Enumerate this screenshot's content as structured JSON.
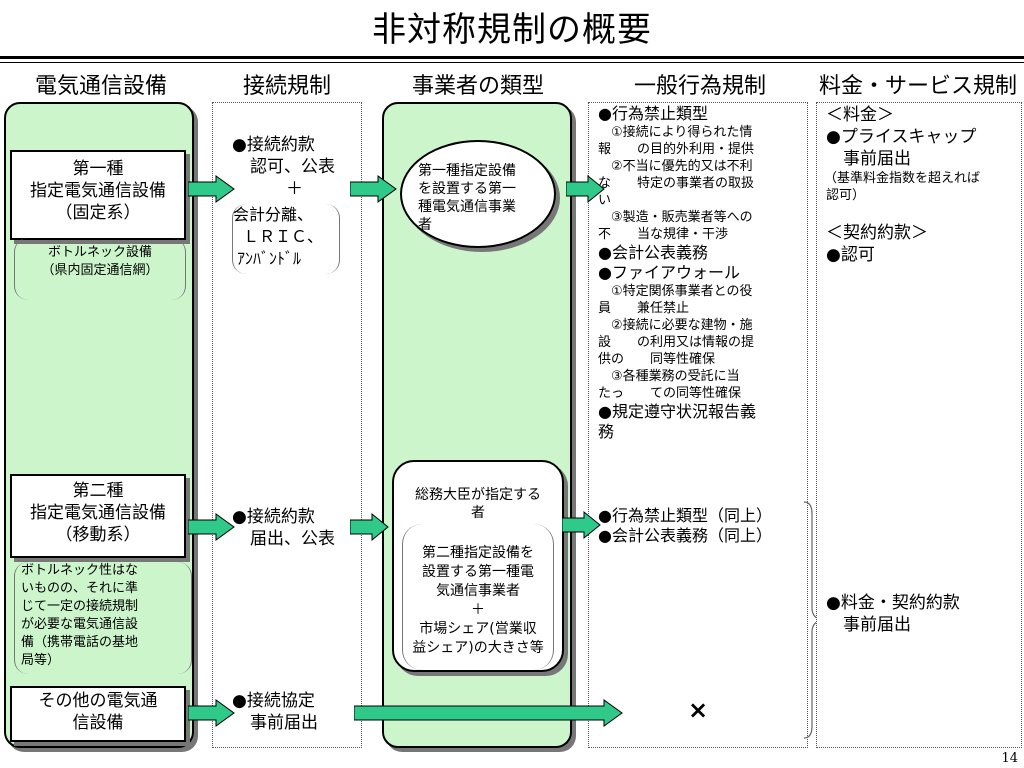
{
  "title": "非対称規制の概要",
  "page_number": "14",
  "columns": {
    "facility": "電気通信設備",
    "connection": "接続規制",
    "operator_type": "事業者の類型",
    "general": "一般行為規制",
    "fee": "料金・サービス規制"
  },
  "facility": {
    "type1_box": [
      "第一種",
      "指定電気通信設備",
      "（固定系）"
    ],
    "type1_note": [
      "ボトルネック設備",
      "（県内固定通信網）"
    ],
    "type2_box": [
      "第二種",
      "指定電気通信設備",
      "（移動系）"
    ],
    "type2_note": [
      "ボトルネック性はな",
      "いものの、それに準",
      "じて一定の接続規制",
      "が必要な電気通信設",
      "備（携帯電話の基地",
      "局等）"
    ],
    "other_box": [
      "その他の電気通",
      "信設備"
    ]
  },
  "connection": {
    "row1_main": [
      "●接続約款",
      "認可、公表",
      "＋"
    ],
    "row1_bracket": [
      "会計分離、",
      "ＬＲＩＣ、",
      "ｱﾝﾊﾞﾝﾄﾞﾙ"
    ],
    "row2": [
      "●接続約款",
      "届出、公表"
    ],
    "row3": [
      "●接続協定",
      "事前届出"
    ]
  },
  "operator": {
    "type1": [
      "第一種指定設備",
      "を設置する第一",
      "種電気通信事業",
      "者"
    ],
    "type2_top": [
      "総務大臣が指定する",
      "者"
    ],
    "type2_inner": [
      "第二種指定設備を",
      "設置する第一種電",
      "気通信事業者",
      "＋",
      "市場シェア(営業収",
      "益シェア)の大きさ等"
    ]
  },
  "general": {
    "lines": [
      "●行為禁止類型",
      "　①接続により得られた情",
      "報　　の目的外利用・提供",
      "　②不当に優先的又は不利",
      "な　　特定の事業者の取扱",
      "い",
      "　③製造・販売業者等への",
      "不　　当な規律・干渉",
      "●会計公表義務",
      "●ファイアウォール",
      "　①特定関係事業者との役",
      "員　　兼任禁止",
      "　②接続に必要な建物・施",
      "設　　の利用又は情報の提",
      "供の　　同等性確保",
      "　③各種業務の受託に当",
      "たっ　　ての同等性確保",
      "●規定遵守状況報告義",
      "務"
    ],
    "row2": [
      "●行為禁止類型（同上）",
      "●会計公表義務（同上）"
    ],
    "row3": "×"
  },
  "fee": {
    "row1": [
      "＜料金＞",
      "●プライスキャップ",
      "　事前届出",
      "（基準料金指数を超えれば",
      "認可）",
      "",
      "＜契約約款＞",
      "●認可"
    ],
    "row2": [
      "●料金・契約約款",
      "　事前届出"
    ]
  },
  "colors": {
    "green": "#ccf5cc",
    "arrow": "#2fc98a",
    "shadow": "#777777"
  }
}
